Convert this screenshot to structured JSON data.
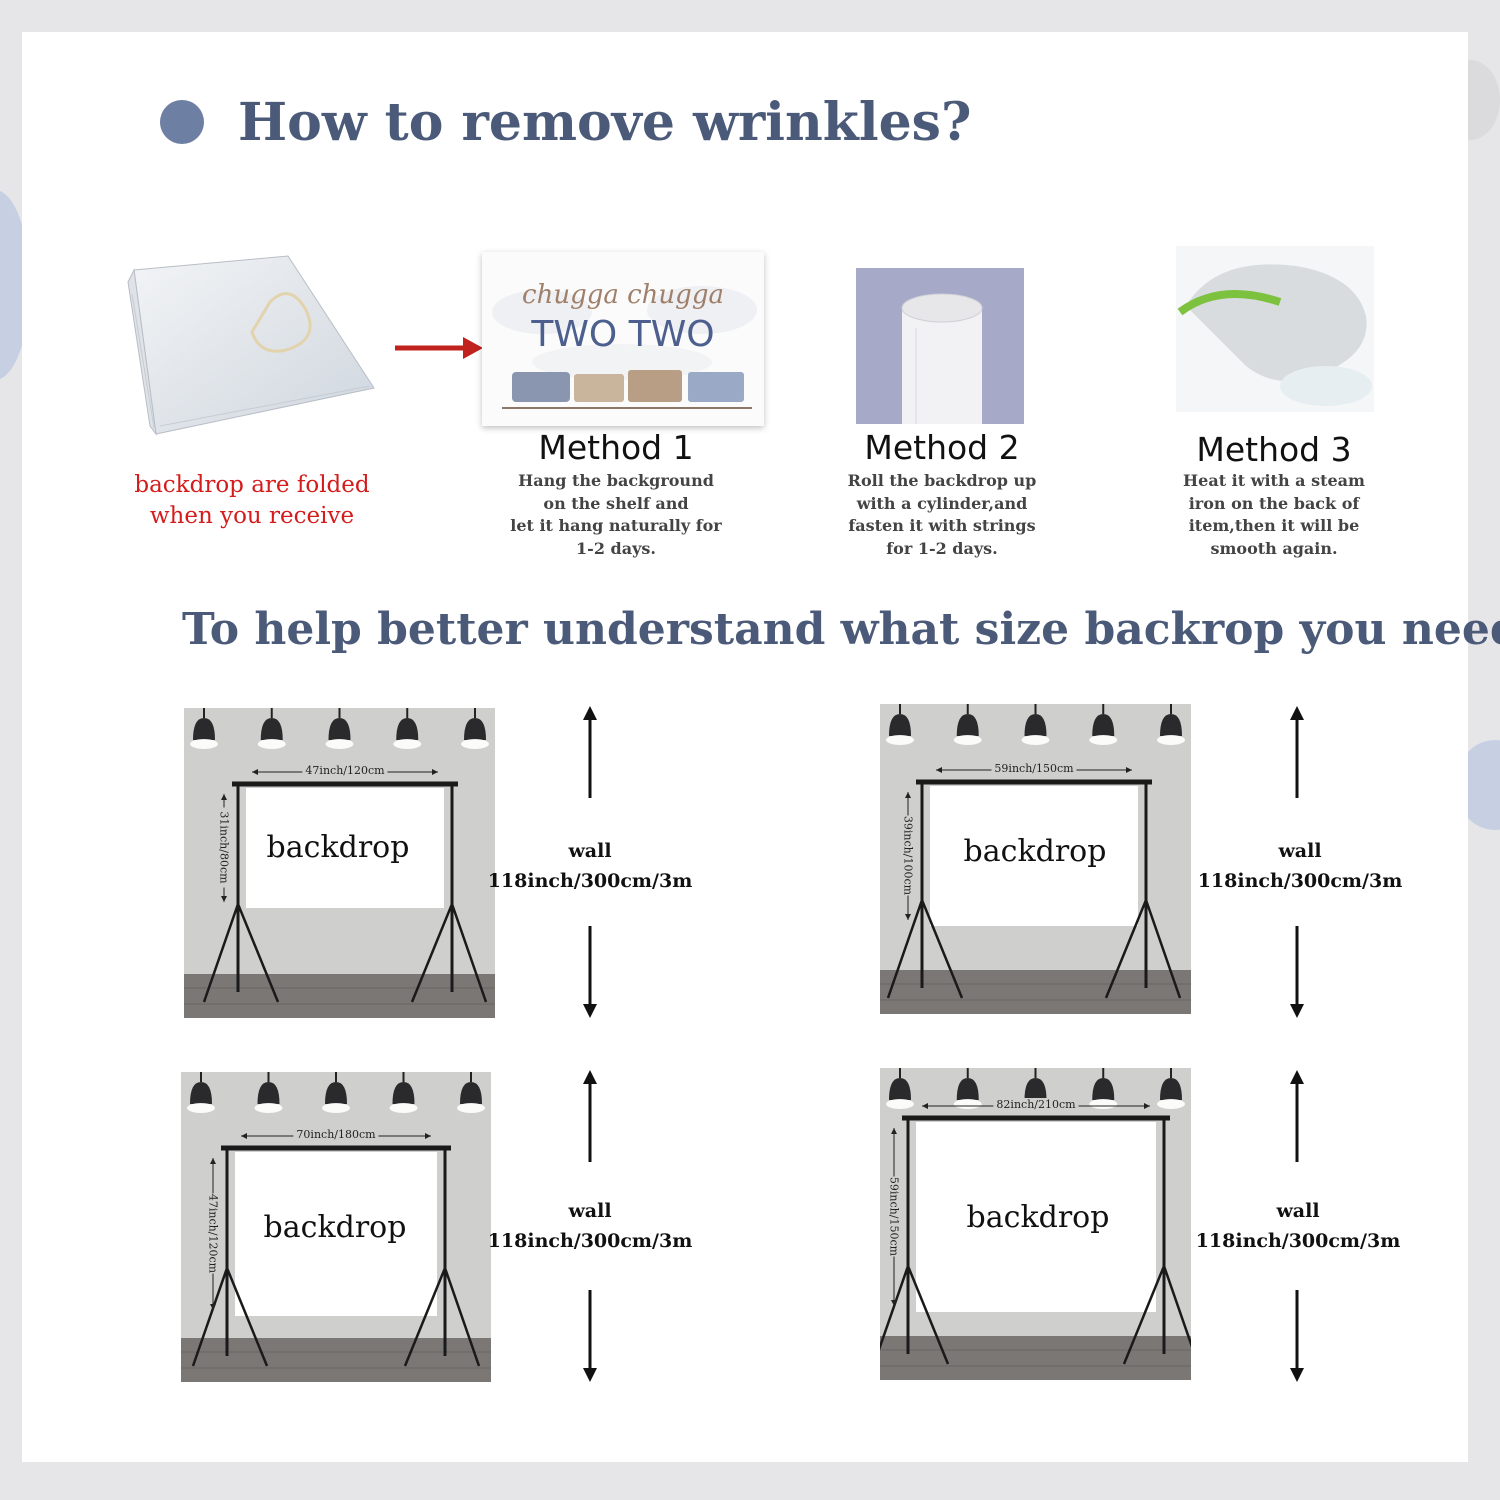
{
  "header": {
    "title": "How to remove wrinkles?"
  },
  "folded": {
    "caption": "backdrop are folded\nwhen you receive"
  },
  "method1_preview": {
    "line1": "chugga chugga",
    "line2": "TWO TWO"
  },
  "methods": [
    {
      "title": "Method 1",
      "description": "Hang the background\non the shelf and\nlet it hang naturally for\n1-2 days."
    },
    {
      "title": "Method 2",
      "description": "Roll the backdrop up\nwith a cylinder,and\nfasten it with strings\nfor 1-2 days."
    },
    {
      "title": "Method 3",
      "description": "Heat it with a steam\niron on the back of\nitem,then it will be\nsmooth again."
    }
  ],
  "size_section": {
    "title": "To help better understand what size backrop you need:"
  },
  "sizes": [
    {
      "label": "backdrop",
      "width": "47inch/120cm",
      "height": "31inch/80cm",
      "wall": "wall\n118inch/300cm/3m"
    },
    {
      "label": "backdrop",
      "width": "59inch/150cm",
      "height": "39inch/100cm",
      "wall": "wall\n118inch/300cm/3m"
    },
    {
      "label": "backdrop",
      "width": "70inch/180cm",
      "height": "47inch/120cm",
      "wall": "wall\n118inch/300cm/3m"
    },
    {
      "label": "backdrop",
      "width": "82inch/210cm",
      "height": "59inch/150cm",
      "wall": "wall\n118inch/300cm/3m"
    }
  ],
  "colors": {
    "heading": "#4a5a78",
    "caption_red": "#d41c1c",
    "bullet": "#6e7fa4"
  }
}
